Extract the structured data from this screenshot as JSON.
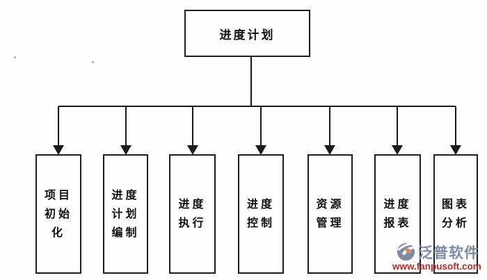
{
  "diagram": {
    "type": "flowchart",
    "root": {
      "label": "进度计划"
    },
    "children": [
      {
        "id": "project-initialization",
        "label": "项目\n初始\n化"
      },
      {
        "id": "plan-compilation",
        "label": "进度\n计划\n编制"
      },
      {
        "id": "schedule-execution",
        "label": "进度\n执行"
      },
      {
        "id": "schedule-control",
        "label": "进度\n控制"
      },
      {
        "id": "resource-management",
        "label": "资源\n管理"
      },
      {
        "id": "schedule-report",
        "label": "进度\n报表"
      },
      {
        "id": "chart-analysis",
        "label": "图表\n分析"
      }
    ]
  },
  "watermark": {
    "brand": "泛普软件",
    "url": "www.fanpusoft.com"
  },
  "colors": {
    "line": "#1a1a1a",
    "background": "#fdfdfd",
    "box_border": "#1f1f1f",
    "brand": "#7d8ca3",
    "url": "#b03030",
    "leaf": "#d98868"
  }
}
